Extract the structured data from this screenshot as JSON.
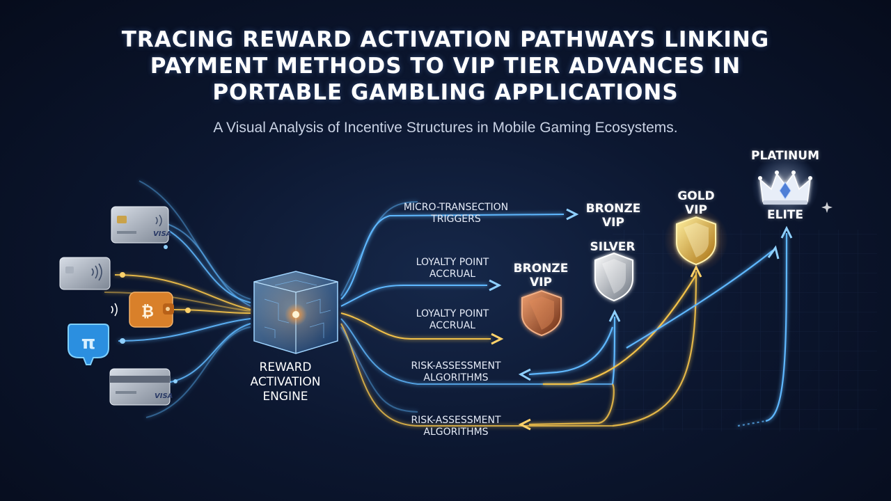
{
  "header": {
    "title_lines": [
      "TRACING REWARD ACTIVATION PATHWAYS LINKING",
      "PAYMENT METHODS TO VIP TIER ADVANCES IN",
      "PORTABLE GAMBLING APPLICATIONS"
    ],
    "subtitle": "A Visual Analysis of Incentive Structures in Mobile Gaming Ecosystems."
  },
  "payment_methods": [
    {
      "icon": "credit-card-icon",
      "brand": "VISA"
    },
    {
      "icon": "contactless-card-icon",
      "brand": ""
    },
    {
      "icon": "bitcoin-wallet-icon",
      "brand": ""
    },
    {
      "icon": "mobile-pay-icon",
      "brand": ""
    },
    {
      "icon": "credit-card-icon",
      "brand": "VISA"
    }
  ],
  "engine": {
    "line1": "REWARD",
    "line2": "ACTIVATION",
    "line3": "ENGINE"
  },
  "stages": [
    {
      "line1": "MICRO-TRANSECTION",
      "line2": "TRIGGERS"
    },
    {
      "line1": "LOYALTY POINT",
      "line2": "ACCRUAL"
    },
    {
      "line1": "LOYALTY POINT",
      "line2": "ACCRUAL"
    },
    {
      "line1": "RISK-ASSESSMENT",
      "line2": "ALGORITHMS"
    },
    {
      "line1": "RISK-ASSESSMENT",
      "line2": "ALGORITHMS"
    }
  ],
  "tiers": {
    "bronze_top": {
      "line1": "BRONZE",
      "line2": "VIP"
    },
    "bronze": {
      "line1": "BRONZE",
      "line2": "VIP"
    },
    "silver": {
      "line1": "SILVER"
    },
    "gold": {
      "line1": "GOLD",
      "line2": "VIP"
    },
    "platinum_top": "PLATINUM",
    "platinum_bottom": "ELITE"
  },
  "colors": {
    "blue_path": "#5fb8ff",
    "gold_path": "#f3c24a",
    "bronze": "#b5643a",
    "silver": "#c9ced6",
    "gold": "#e3b23c",
    "platinum": "#dfe6f2"
  }
}
